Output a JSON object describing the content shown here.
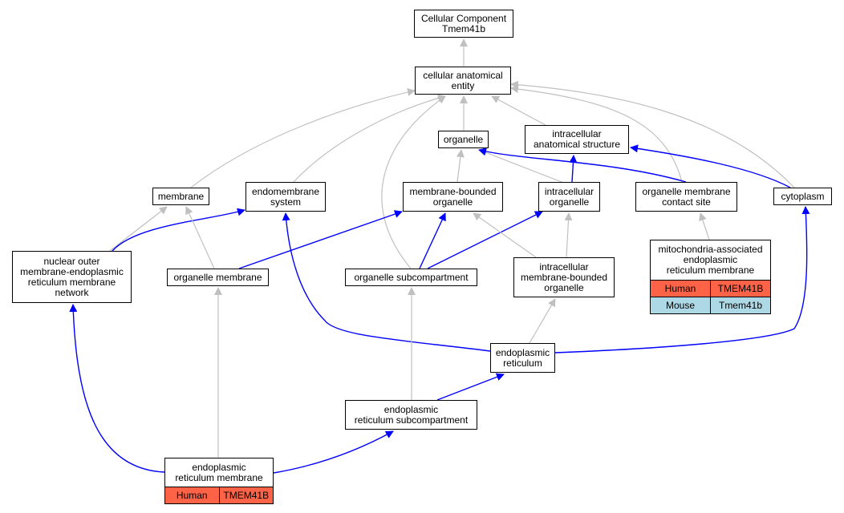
{
  "colors": {
    "isa_edge": "#c0c0c0",
    "partof_edge": "#0000ff",
    "human": "#ff6347",
    "mouse": "#add8e6",
    "border": "#000000"
  },
  "nodes": {
    "root": "Cellular Component\nTmem41b",
    "cae": "cellular anatomical\nentity",
    "organelle": "organelle",
    "ias": "intracellular\nanatomical structure",
    "membrane": "membrane",
    "endo_system": "endomembrane\nsystem",
    "mbo": "membrane-bounded\norganelle",
    "io": "intracellular\norganelle",
    "omcs": "organelle membrane\ncontact site",
    "cytoplasm": "cytoplasm",
    "nucouter": "nuclear outer\nmembrane-endoplasmic\nreticulum membrane\nnetwork",
    "om": "organelle membrane",
    "osc": "organelle subcompartment",
    "imbo": "intracellular\nmembrane-bounded\norganelle",
    "mam": "mitochondria-associated\nendoplasmic\nreticulum membrane",
    "er": "endoplasmic\nreticulum",
    "ersc": "endoplasmic\nreticulum subcompartment",
    "erm": "endoplasmic\nreticulum membrane"
  },
  "annotations": {
    "mam": [
      {
        "species": "Human",
        "gene": "TMEM41B"
      },
      {
        "species": "Mouse",
        "gene": "Tmem41b"
      }
    ],
    "erm": [
      {
        "species": "Human",
        "gene": "TMEM41B"
      }
    ]
  }
}
